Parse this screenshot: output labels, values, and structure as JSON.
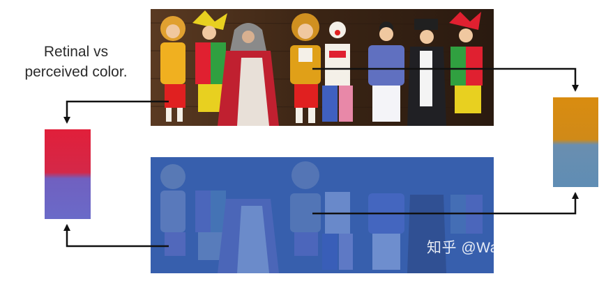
{
  "caption": {
    "line1": "Retinal vs",
    "line2": "perceived color."
  },
  "colors": {
    "left_top": "#e11f3a",
    "left_bottom": "#6a6ac8",
    "right_top": "#d98c10",
    "right_bottom": "#5f8db4",
    "tint": "#2f6fe0",
    "arrow": "#111111"
  },
  "watermark": "知乎 @Wang Hawk"
}
